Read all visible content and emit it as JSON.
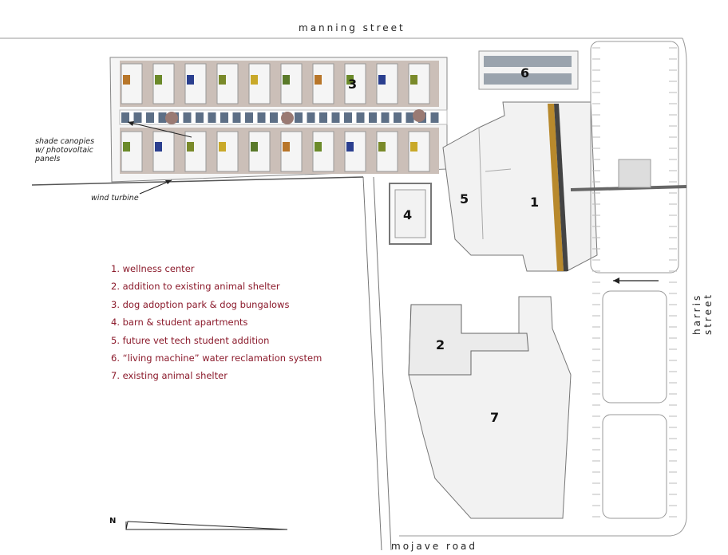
{
  "streets": {
    "north": "manning street",
    "east": "harris street",
    "south": "mojave road"
  },
  "legend": [
    "1. wellness center",
    "2. addition to existing animal shelter",
    "3. dog adoption park & dog bungalows",
    "4. barn & student apartments",
    "5. future vet tech student addition",
    "6. “living machine” water reclamation system",
    "7. existing animal shelter"
  ],
  "annotations": {
    "shade_canopies": "shade canopies w/ photovoltaic panels",
    "wind_turbine": "wind turbine"
  },
  "building_labels": [
    "1",
    "2",
    "3",
    "4",
    "5",
    "6",
    "7"
  ],
  "north_arrow": "N",
  "colors": {
    "legend_text": "#8b1a2b",
    "building_fill": "#f2f2f2",
    "park_fill": "#c9bfb8",
    "canopy": "#5d6f86",
    "stripe": "#b8892c"
  }
}
